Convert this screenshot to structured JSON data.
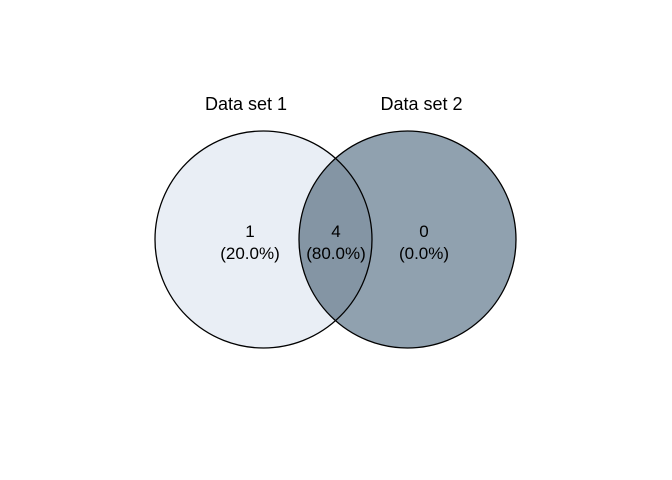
{
  "chart_data": {
    "type": "venn",
    "set_labels": [
      "Data set 1",
      "Data set 2"
    ],
    "regions": [
      {
        "name": "set1_only",
        "count": 1,
        "percent": 20.0,
        "count_label": "1",
        "percent_label": "(20.0%)"
      },
      {
        "name": "intersection",
        "count": 4,
        "percent": 80.0,
        "count_label": "4",
        "percent_label": "(80.0%)"
      },
      {
        "name": "set2_only",
        "count": 0,
        "percent": 0.0,
        "count_label": "0",
        "percent_label": "(0.0%)"
      }
    ],
    "legend_position": "none",
    "grid": false
  },
  "colors": {
    "background": "#ffffff",
    "set1_fill": "#e9eef5",
    "set2_fill": "#90a1af",
    "intersection_fill": "#8495a4",
    "circle_stroke": "#000000",
    "text": "#000000"
  }
}
